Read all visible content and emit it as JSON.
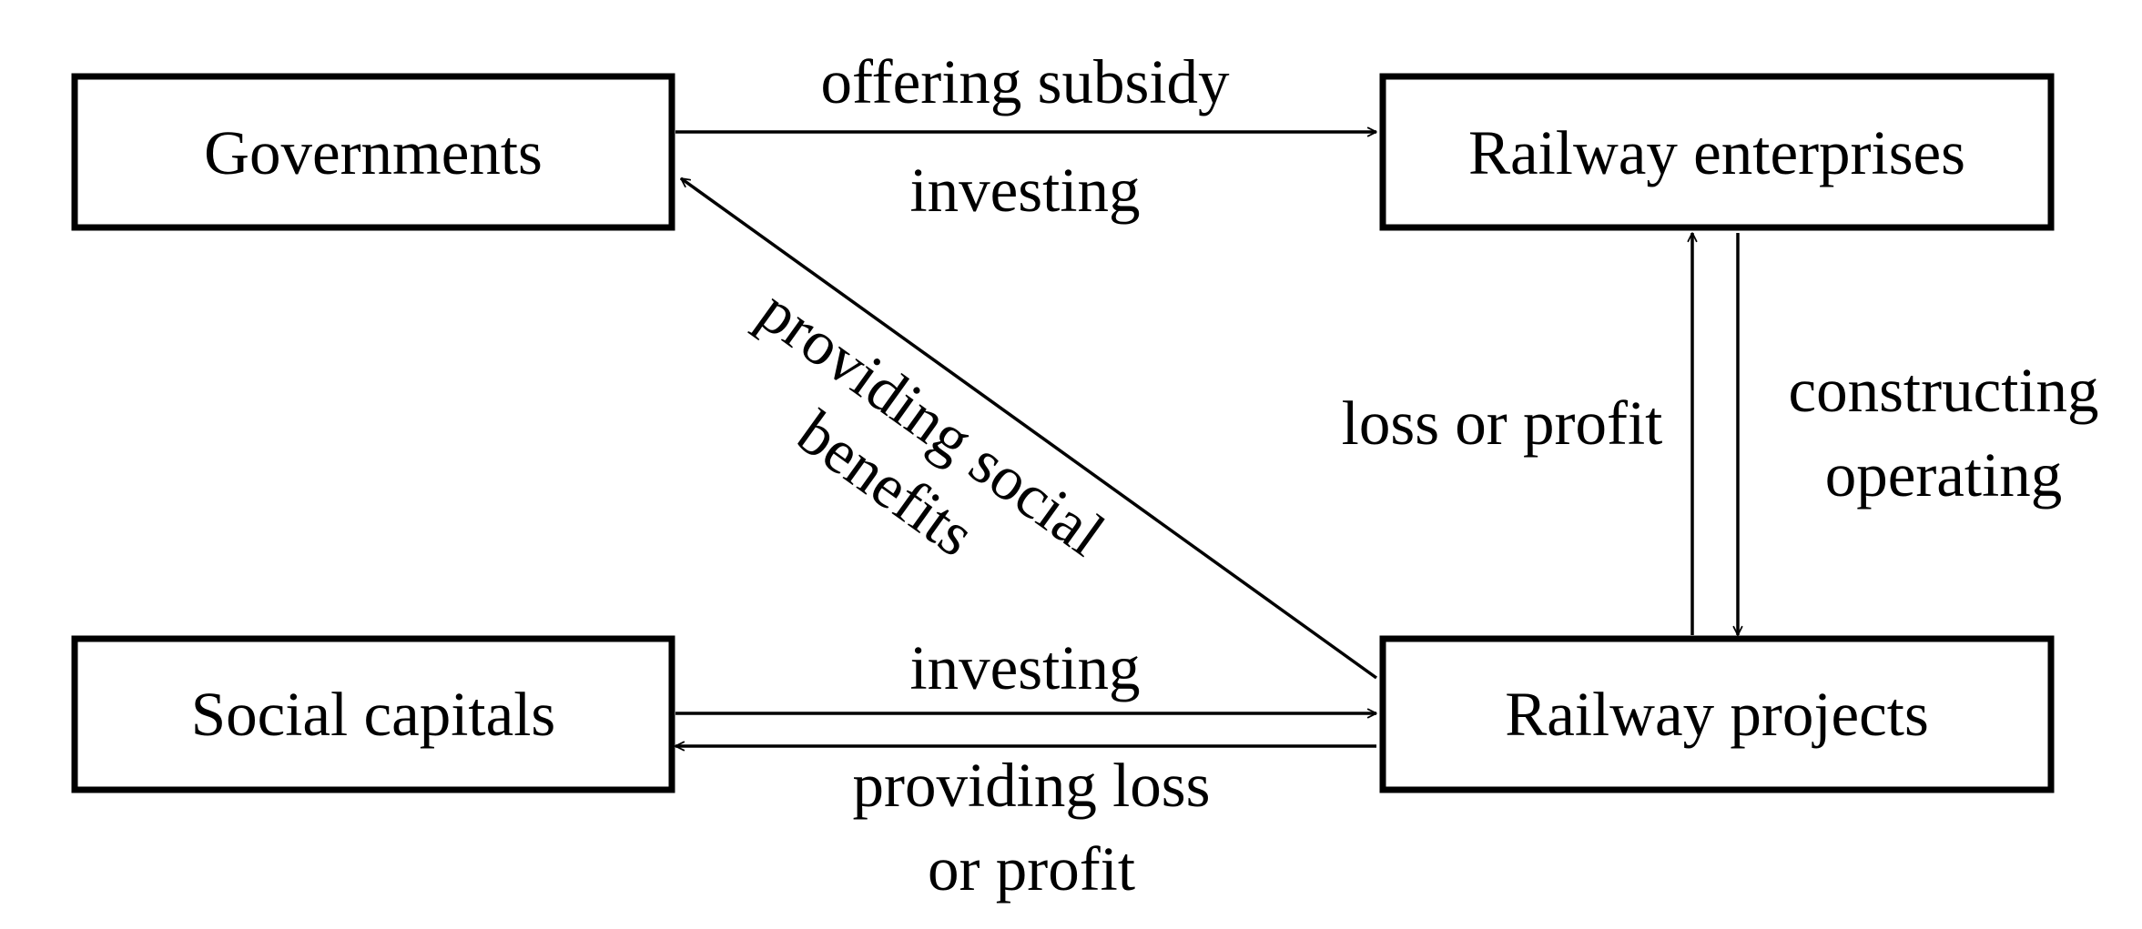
{
  "nodes": {
    "governments": "Governments",
    "railway_enterprises": "Railway enterprises",
    "social_capitals": "Social capitals",
    "railway_projects": "Railway projects"
  },
  "edges": {
    "offering_subsidy": "offering subsidy",
    "investing_gov": "investing",
    "social_benefits_line1": "providing social",
    "social_benefits_line2": "benefits",
    "loss_or_profit": "loss or profit",
    "constructing": "constructing",
    "operating": "operating",
    "investing_social": "investing",
    "providing_loss_line1": "providing loss",
    "providing_loss_line2": "or profit"
  }
}
